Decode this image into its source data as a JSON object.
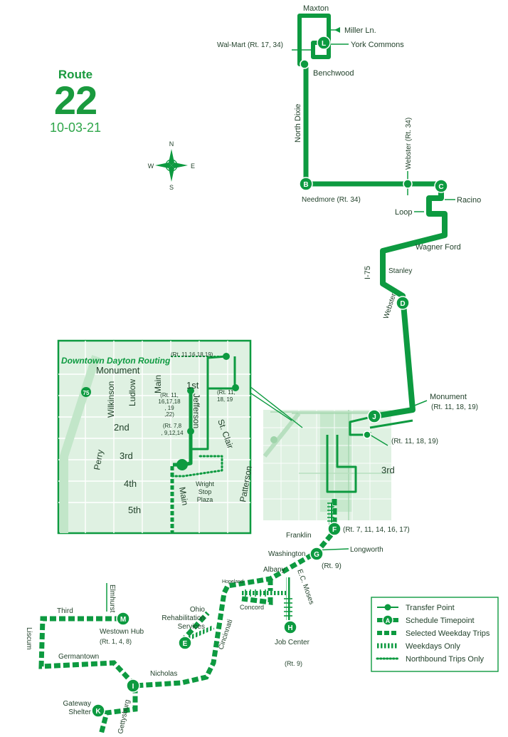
{
  "header": {
    "route_label": "Route",
    "route_number": "22",
    "date": "10-03-21"
  },
  "compass": {
    "n": "N",
    "s": "S",
    "e": "E",
    "w": "W"
  },
  "colors": {
    "route": "#0d9a40",
    "inset_fill": "#dff1e2",
    "inset_line": "#9fd4aa",
    "text": "#1f3f28"
  },
  "timepoints": {
    "L": "L",
    "B": "B",
    "C": "C",
    "D": "D",
    "J": "J",
    "F": "F",
    "G": "G",
    "H": "H",
    "E": "E",
    "M": "M",
    "I": "I",
    "K": "K"
  },
  "labels": {
    "maxton": "Maxton",
    "miller": "Miller Ln.",
    "walmart": "Wal-Mart (Rt. 17, 34)",
    "york": "York Commons",
    "benchwood": "Benchwood",
    "north_dixie": "North Dixie",
    "webster_v": "Webster (Rt. 34)",
    "needmore": "Needmore (Rt. 34)",
    "racino": "Racino",
    "loop": "Loop",
    "wagner": "Wagner Ford",
    "i75": "I-75",
    "stanley": "Stanley",
    "webster_d": "Webster",
    "monument": "Monument",
    "monument_routes": "(Rt. 11, 18, 19)",
    "rt_11_18_19": "(Rt. 11, 18, 19)",
    "third": "3rd",
    "franklin": "Franklin",
    "franklin_routes": "(Rt. 7, 11, 14, 16, 17)",
    "washington": "Washington",
    "longworth": "Longworth",
    "rt9_g": "(Rt. 9)",
    "hopeland": "Hopeland",
    "albany": "Albany",
    "ec_moses": "E.C. Moses",
    "concord": "Concord",
    "job_center": "Job Center",
    "rt9_h": "(Rt. 9)",
    "ohio_rehab": "Ohio Rehabilitation Services",
    "cincinnati": "Cincinnati",
    "elmhurst": "Elmhurst",
    "third_w": "Third",
    "westown": "Westown Hub",
    "westown_routes": "(Rt. 1, 4, 8)",
    "liscum": "Liscum",
    "germantown": "Germantown",
    "nicholas": "Nicholas",
    "gettysburg": "Gettysburg",
    "gateway": "Gateway Shelter"
  },
  "inset": {
    "title": "Downtown Dayton Routing",
    "streets": {
      "monument": "Monument",
      "wilkinson": "Wilkinson",
      "ludlow": "Ludlow",
      "main": "Main",
      "main_s": "Main",
      "jefferson": "Jefferson",
      "st_clair": "St. Clair",
      "first": "1st",
      "second": "2nd",
      "third": "3rd",
      "fourth": "4th",
      "fifth": "5th",
      "perry": "Perry",
      "patterson": "Patterson",
      "wright": "Wright Stop Plaza"
    },
    "routes": {
      "top": "(Rt. 11,16,18,19)",
      "right": "(Rt. 11, 18, 19)",
      "main": "(Rt. 11, 16,17,18, 19,22)",
      "jefferson": "(Rt. 7,8, 9,12,14)"
    },
    "i75": "75"
  },
  "legend": {
    "transfer": "Transfer Point",
    "timepoint": "Schedule Timepoint",
    "timepoint_letter": "A",
    "selected": "Selected Weekday Trips",
    "weekdays": "Weekdays Only",
    "northbound": "Northbound Trips Only"
  }
}
